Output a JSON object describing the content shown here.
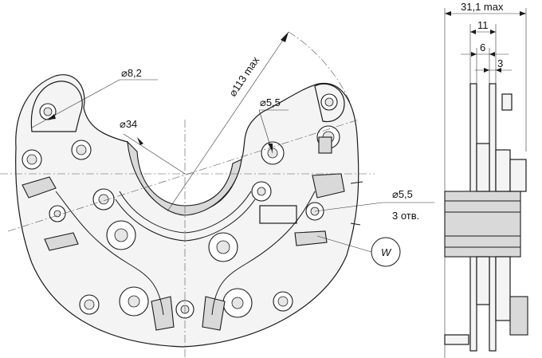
{
  "labels": {
    "dia_8_2": "⌀8,2",
    "dia_113": "⌀113 max",
    "dia_34": "⌀34",
    "dia_5_5_top": "⌀5,5",
    "dia_5_5_right": "⌀5,5",
    "holes_count": "3 отв.",
    "view_w": "W",
    "width_max": "31,1 max",
    "dim_11": "11",
    "dim_6": "6",
    "dim_3": "3"
  }
}
